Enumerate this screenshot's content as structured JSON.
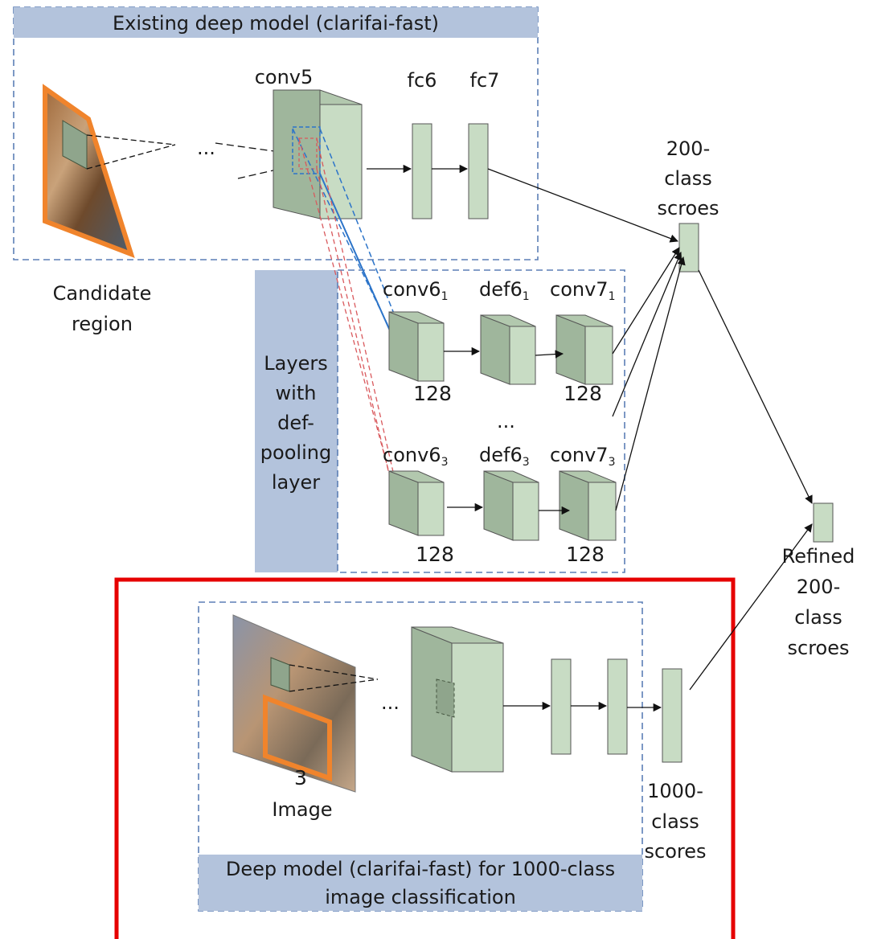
{
  "top_model": {
    "banner": "Existing deep model (clarifai-fast)",
    "layers": {
      "conv5": "conv5",
      "fc6": "fc6",
      "fc7": "fc7"
    },
    "ellipsis": "..."
  },
  "candidate_region": {
    "line1": "Candidate",
    "line2": "region"
  },
  "def_pool_panel": {
    "lines": [
      "Layers",
      "with",
      "def-",
      "pooling",
      "layer"
    ]
  },
  "def_branch": {
    "row1": {
      "conv6": "conv6",
      "conv6_sub": "1",
      "def6": "def6",
      "def6_sub": "1",
      "conv7": "conv7",
      "conv7_sub": "1",
      "size_a": "128",
      "size_b": "128"
    },
    "row3": {
      "conv6": "conv6",
      "conv6_sub": "3",
      "def6": "def6",
      "def6_sub": "3",
      "conv7": "conv7",
      "conv7_sub": "3",
      "size_a": "128",
      "size_b": "128"
    },
    "ellipsis": "..."
  },
  "scores_200": {
    "lines": [
      "200-",
      "class",
      "scroes"
    ]
  },
  "refined_scores": {
    "lines": [
      "Refined",
      "200-",
      "class",
      "scroes"
    ]
  },
  "image_model": {
    "banner_line1": "Deep model (clarifai-fast) for 1000-class",
    "banner_line2": "image classification",
    "image_channels": "3",
    "image_label": "Image",
    "ellipsis": "..."
  },
  "scores_1000": {
    "lines": [
      "1000-",
      "class",
      "scores"
    ]
  },
  "colors": {
    "banner": "#b3c3dc",
    "block_front": "#c8dcc4",
    "block_side": "#9fb69c",
    "block_top": "#b2c8ae",
    "dashed_frame": "#5b7fb5",
    "highlight_frame": "#e60000",
    "candidate_border": "#f0842c",
    "blue_proj": "#2c74c9",
    "red_proj": "#d9595d"
  }
}
